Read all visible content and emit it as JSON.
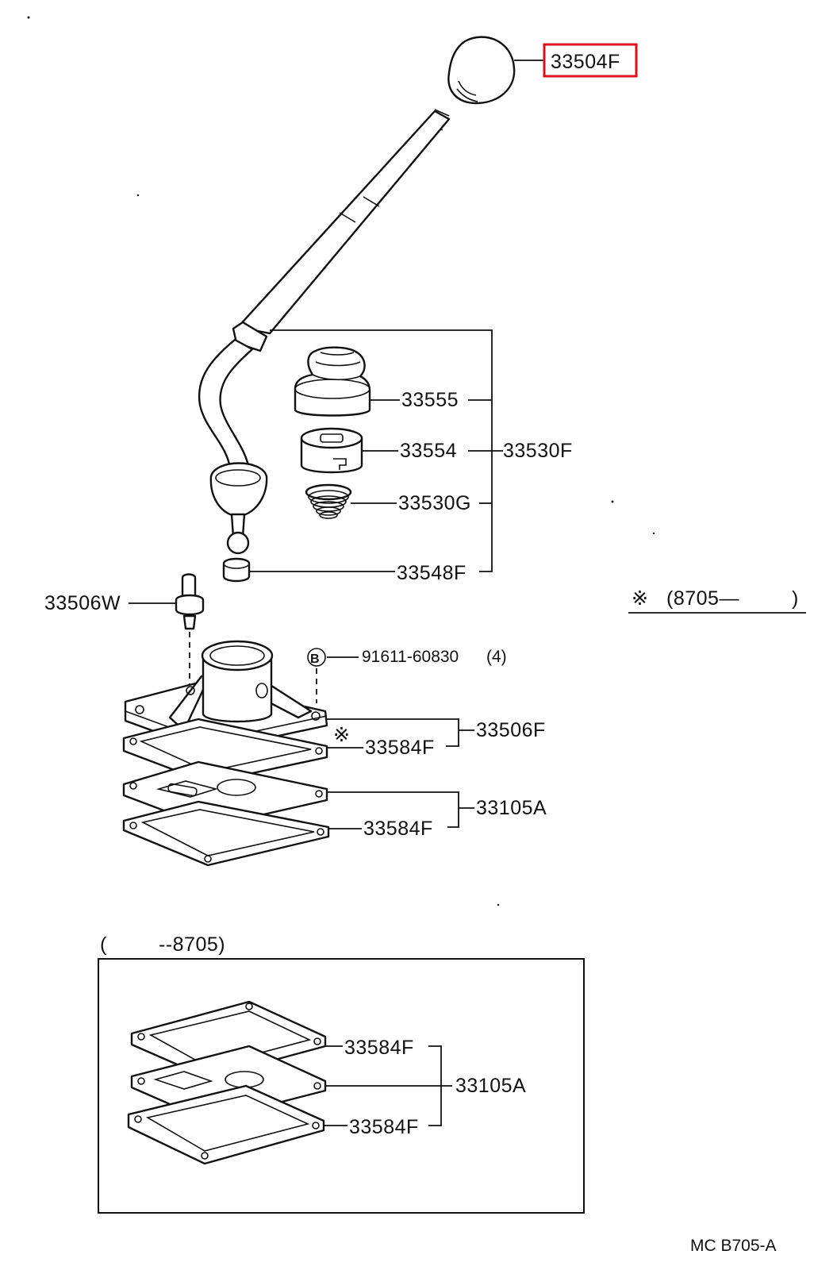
{
  "highlight_color": "#e0101a",
  "labels": {
    "knob": "33504F",
    "boot": "33555",
    "retainer": "33554",
    "spring": "33530G",
    "lever_set": "33530F",
    "bushing": "33548F",
    "pin": "33506W",
    "bolt_symbol": "B",
    "bolt": "91611-60830",
    "bolt_qty": "(4)",
    "star_mark": "※",
    "gasket_upper": "33584F",
    "retainer_assy": "33506F",
    "gasket_lower": "33584F",
    "plate_assy": "33105A",
    "inset_gasket_top": "33584F",
    "inset_plate_assy": "33105A",
    "inset_gasket_bottom": "33584F",
    "diagram_code": "MC  B705-A"
  },
  "notes": {
    "star_symbol": "※",
    "from_date": "(8705—",
    "from_close": ")",
    "until_open": "(",
    "until_date": "--8705)"
  }
}
